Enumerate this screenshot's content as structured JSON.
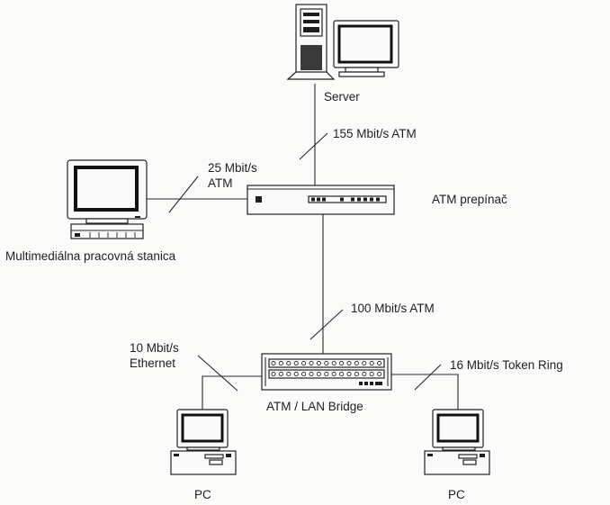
{
  "diagram": {
    "type": "network-topology",
    "nodes": {
      "server": {
        "label": "Server",
        "kind": "server-tower-with-monitor"
      },
      "atm_switch": {
        "label": "ATM prepínač",
        "kind": "atm-switch"
      },
      "workstation": {
        "label": "Multimediálna pracovná stanica",
        "kind": "workstation"
      },
      "bridge": {
        "label": "ATM / LAN Bridge",
        "kind": "atm-lan-bridge"
      },
      "pc_left": {
        "label": "PC",
        "kind": "desktop-pc"
      },
      "pc_right": {
        "label": "PC",
        "kind": "desktop-pc"
      }
    },
    "links": {
      "server_switch": {
        "from": "server",
        "to": "atm_switch",
        "label": "155 Mbit/s ATM"
      },
      "workstation_switch": {
        "from": "workstation",
        "to": "atm_switch",
        "label_line1": "25 Mbit/s",
        "label_line2": "ATM"
      },
      "switch_bridge": {
        "from": "atm_switch",
        "to": "bridge",
        "label": "100 Mbit/s ATM"
      },
      "bridge_pc_left": {
        "from": "bridge",
        "to": "pc_left",
        "label_line1": "10 Mbit/s",
        "label_line2": "Ethernet"
      },
      "bridge_pc_right": {
        "from": "bridge",
        "to": "pc_right",
        "label": "16 Mbit/s Token Ring"
      }
    }
  }
}
